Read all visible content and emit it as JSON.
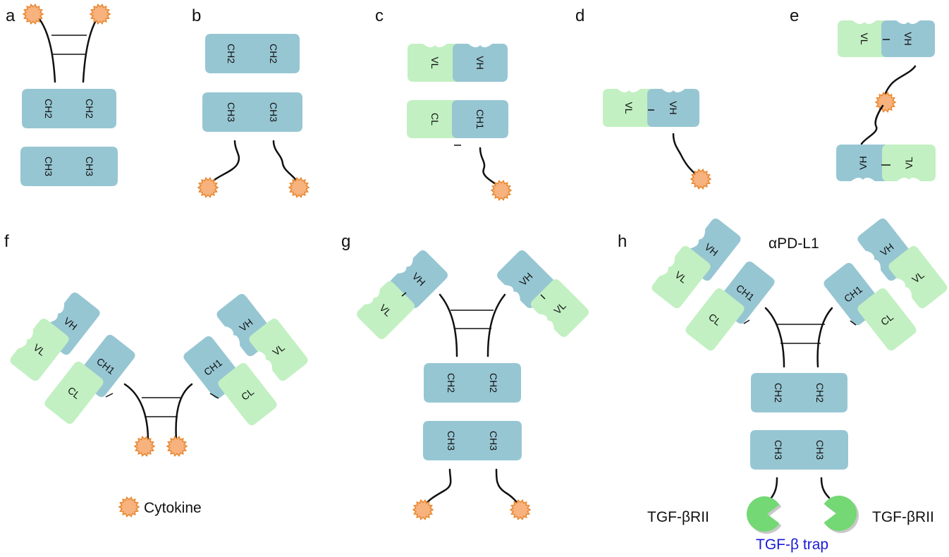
{
  "colors": {
    "heavy": "#97c6d3",
    "light": "#c2f0c2",
    "cytokine_fill": "#f7b27e",
    "cytokine_stroke": "#e8872e",
    "trap_fill": "#74d874",
    "trap_label": "#1a1ad6"
  },
  "labels": {
    "ch1": "CH1",
    "ch2": "CH2",
    "ch3": "CH3",
    "cl": "CL",
    "vh": "VH",
    "vl": "VL"
  },
  "panels": {
    "a": "a",
    "b": "b",
    "c": "c",
    "d": "d",
    "e": "e",
    "f": "f",
    "g": "g",
    "h": "h"
  },
  "legend": {
    "cytokine": "Cytokine"
  },
  "panel_h": {
    "pdl1": "αPD-L1",
    "receptor_left": "TGF-βRII",
    "receptor_right": "TGF-βRII",
    "trap": "TGF-β trap"
  },
  "icons": {
    "cytokine": "cytokine-burst-icon",
    "trap": "tgf-beta-receptor-pacman-icon"
  }
}
